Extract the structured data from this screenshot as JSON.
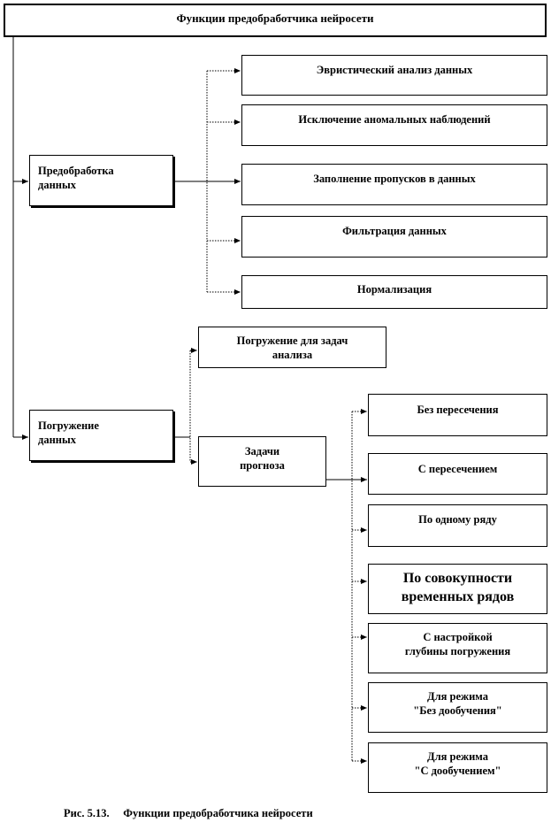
{
  "title": "Функции предобработчика нейросети",
  "preprocessing": {
    "label_line1": "Предобработка",
    "label_line2": "данных",
    "items": [
      "Эвристический анализ данных",
      "Исключение аномальных наблюдений",
      "Заполнение пропусков в данных",
      "Фильтрация данных",
      "Нормализация"
    ]
  },
  "immersion": {
    "label_line1": "Погружение",
    "label_line2": "данных",
    "analysis_line1": "Погружение для задач",
    "analysis_line2": "анализа",
    "forecast_line1": "Задачи",
    "forecast_line2": "прогноза",
    "forecast_items": [
      {
        "line1": "Без пересечения",
        "line2": ""
      },
      {
        "line1": "С пересечением",
        "line2": ""
      },
      {
        "line1": "По одному ряду",
        "line2": ""
      },
      {
        "line1": "По совокупности",
        "line2": "временных рядов"
      },
      {
        "line1": "С настройкой",
        "line2": "глубины погружения"
      },
      {
        "line1": "Для режима",
        "line2": "\"Без дообучения\""
      },
      {
        "line1": "Для режима",
        "line2": "\"С дообучением\""
      }
    ]
  },
  "caption": "Рис. 5.13.     Функции предобработчика нейросети"
}
